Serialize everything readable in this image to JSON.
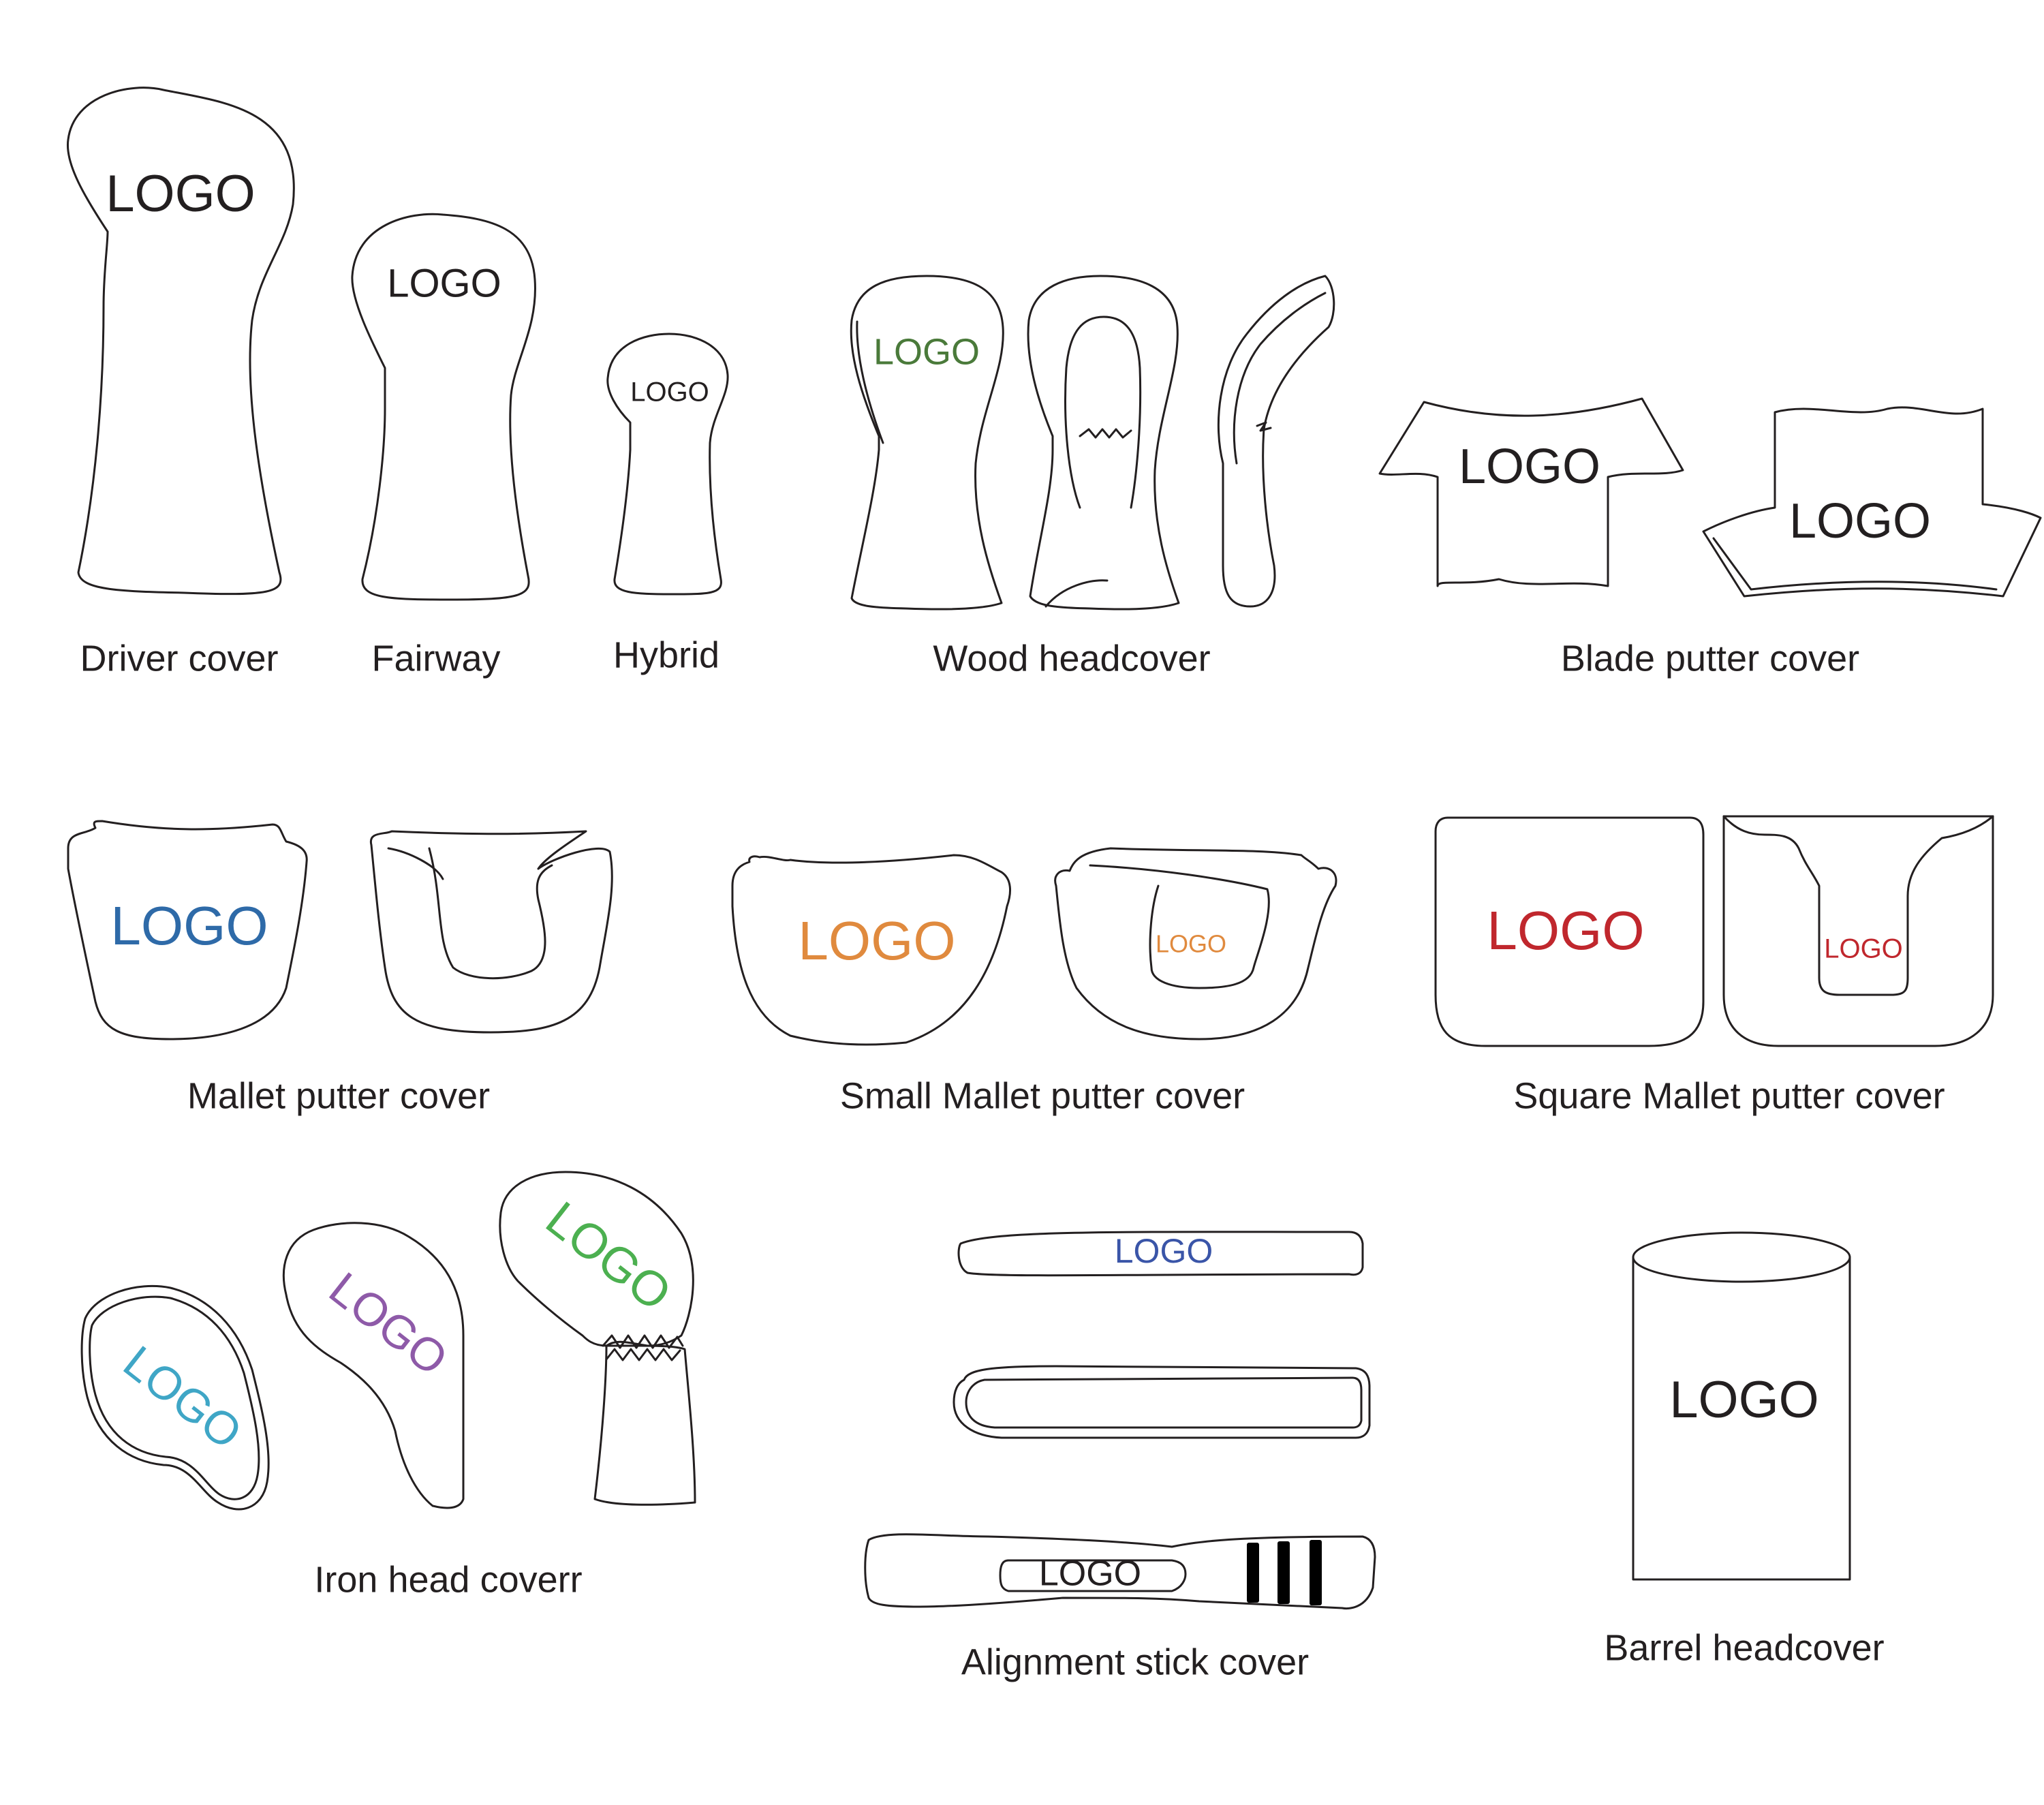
{
  "logo_text": "LOGO",
  "captions": {
    "driver": "Driver cover",
    "fairway": "Fairway",
    "hybrid": "Hybrid",
    "wood": "Wood headcover",
    "blade": "Blade putter cover",
    "mallet": "Mallet putter cover",
    "small_mallet": "Small Mallet putter cover",
    "square_mallet": "Square Mallet putter cover",
    "iron": "Iron head coverr",
    "alignment": "Alignment stick cover",
    "barrel": "Barrel headcover"
  },
  "colors": {
    "outline": "#231f20",
    "logo_black": "#231f20",
    "wood_logo": "#4a7a3a",
    "mallet_logo": "#2e6aa8",
    "small_mallet_logo": "#e08a3e",
    "square_mallet_logo": "#c0272d",
    "iron_logo_1": "#3fa6c6",
    "iron_logo_2": "#8e5aa8",
    "iron_logo_3": "#4cb050",
    "alignment_logo": "#3a55a8"
  }
}
